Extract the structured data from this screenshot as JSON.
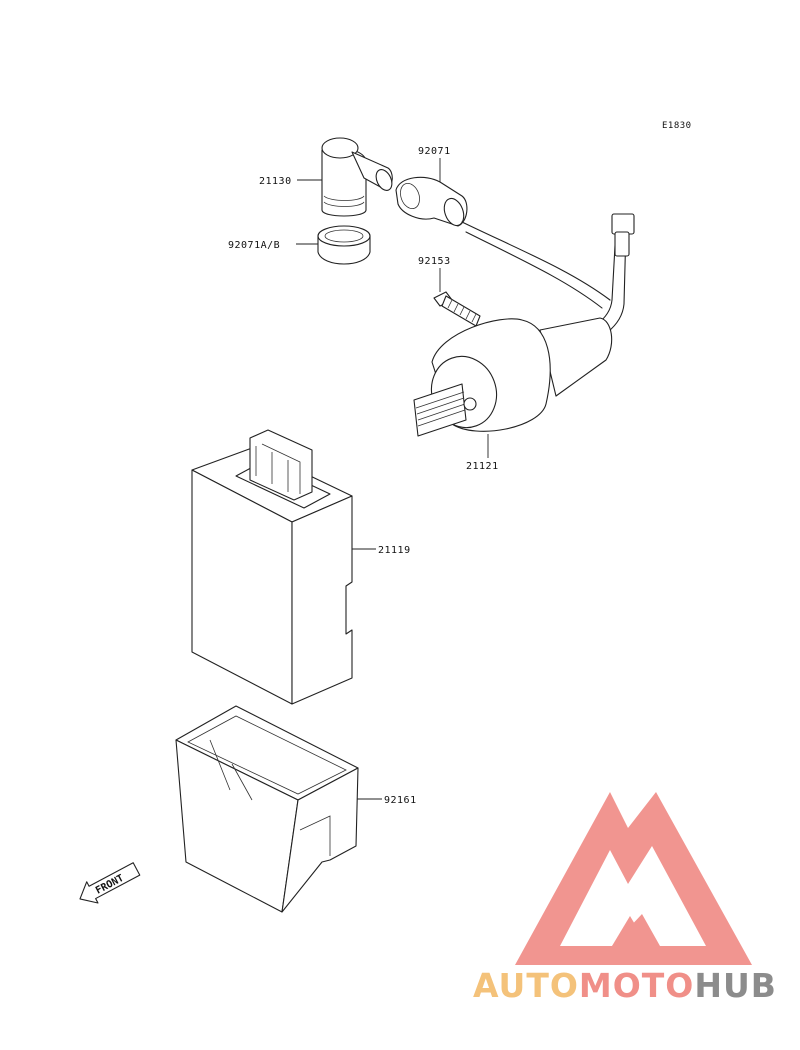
{
  "diagram": {
    "code": "E1830",
    "parts": [
      {
        "number": "21130"
      },
      {
        "number": "92071"
      },
      {
        "number": "92071A/B"
      },
      {
        "number": "92153"
      },
      {
        "number": "21121"
      },
      {
        "number": "21119"
      },
      {
        "number": "92161"
      }
    ],
    "front_label": "FRONT"
  },
  "watermark": {
    "segments": [
      {
        "text": "AUTO",
        "color": "#f4c27a"
      },
      {
        "text": "MOTO",
        "color": "#f08f88"
      },
      {
        "text": "HUB",
        "color": "#8c8c8c"
      }
    ],
    "logo_color": "#f08a84"
  }
}
